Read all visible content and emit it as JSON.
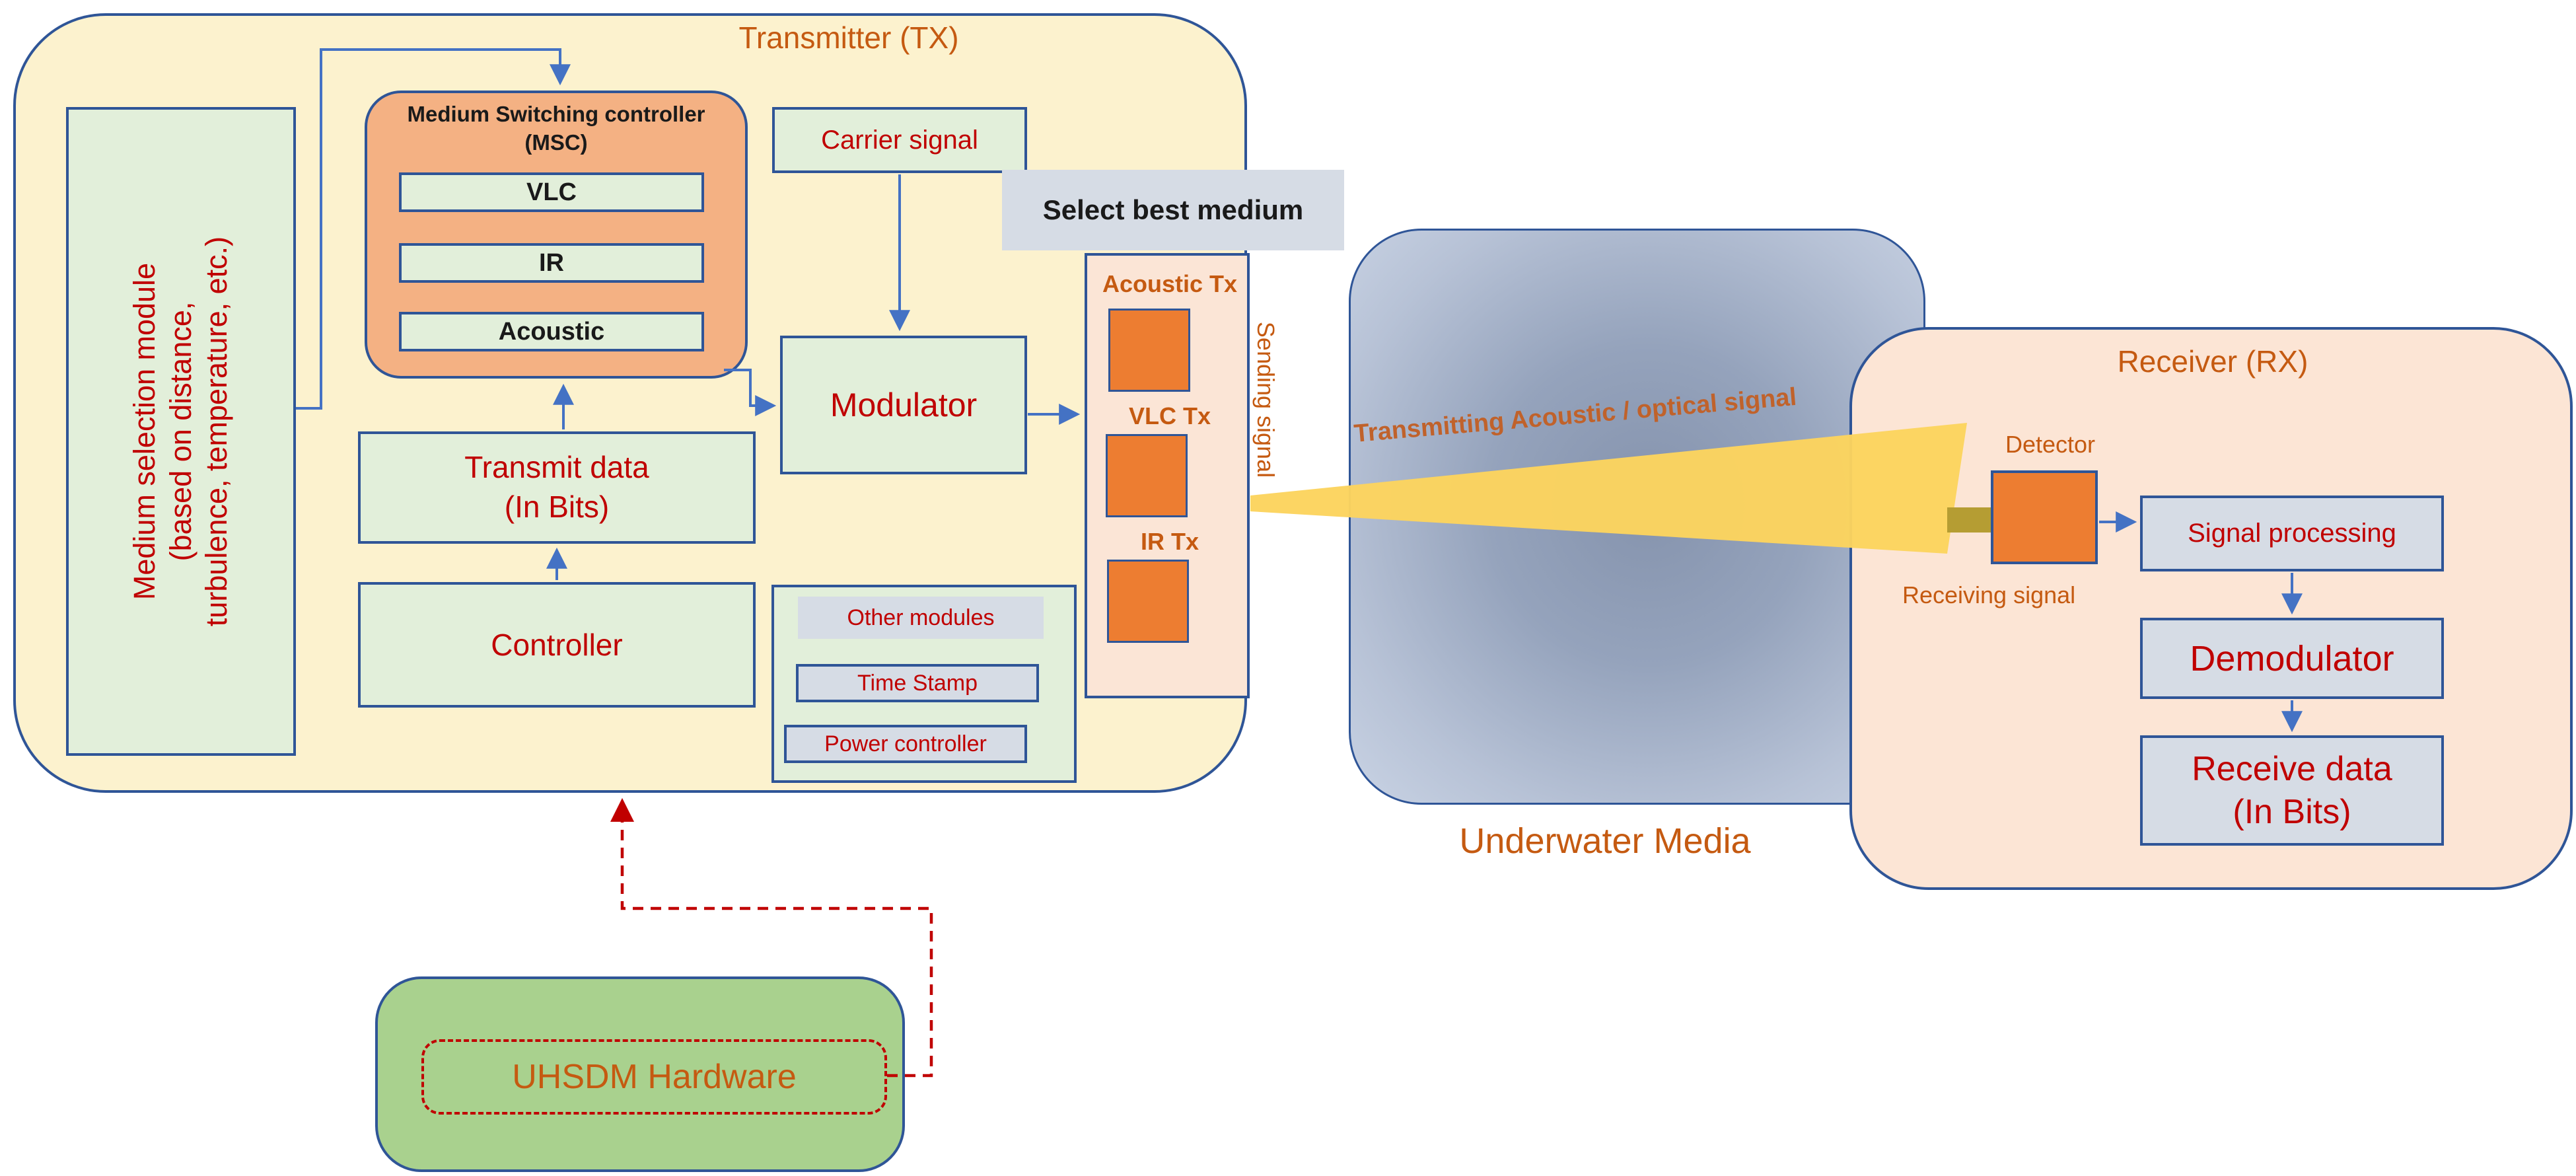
{
  "tx": {
    "title": "Transmitter (TX)",
    "medium_selection": "Medium selection module\n(based on distance,\nturbulence, temperature, etc.)",
    "msc": {
      "title": "Medium Switching controller\n(MSC)",
      "items": [
        "VLC",
        "IR",
        "Acoustic"
      ]
    },
    "carrier": "Carrier signal",
    "modulator": "Modulator",
    "transmit_data": "Transmit data\n(In Bits)",
    "controller": "Controller",
    "other_modules": {
      "title": "Other modules",
      "items": [
        "Time Stamp",
        "Power controller"
      ]
    },
    "select_best_medium": "Select best medium",
    "tx_column": {
      "acoustic": "Acoustic Tx",
      "vlc": "VLC Tx",
      "ir": "IR Tx"
    },
    "sending_signal": "Sending signal"
  },
  "channel": {
    "beam_label": "Transmitting Acoustic / optical signal",
    "underwater_label": "Underwater Media"
  },
  "rx": {
    "title": "Receiver (RX)",
    "detector": "Detector",
    "receiving_signal": "Receiving signal",
    "signal_processing": "Signal processing",
    "demodulator": "Demodulator",
    "receive_data": "Receive data\n(In Bits)"
  },
  "hardware": {
    "label": "UHSDM Hardware"
  },
  "colors": {
    "tx_fill": "#FCF2CE",
    "border_blue": "#2F5597",
    "node_green": "#E2EFDA",
    "msc_orange": "#F4B183",
    "square_orange": "#ED7D31",
    "column_pink": "#FBE5D6",
    "lavender": "#D6DCE5",
    "receiver_peach": "#FCE5D5",
    "hardware_green": "#A9D18E",
    "beam_yellow": "#FCD45E",
    "olive_connector": "#B59D33",
    "text_red": "#C00000",
    "text_orange": "#C55A11",
    "arrow_blue": "#4472C4",
    "dashed_red": "#C00000"
  }
}
